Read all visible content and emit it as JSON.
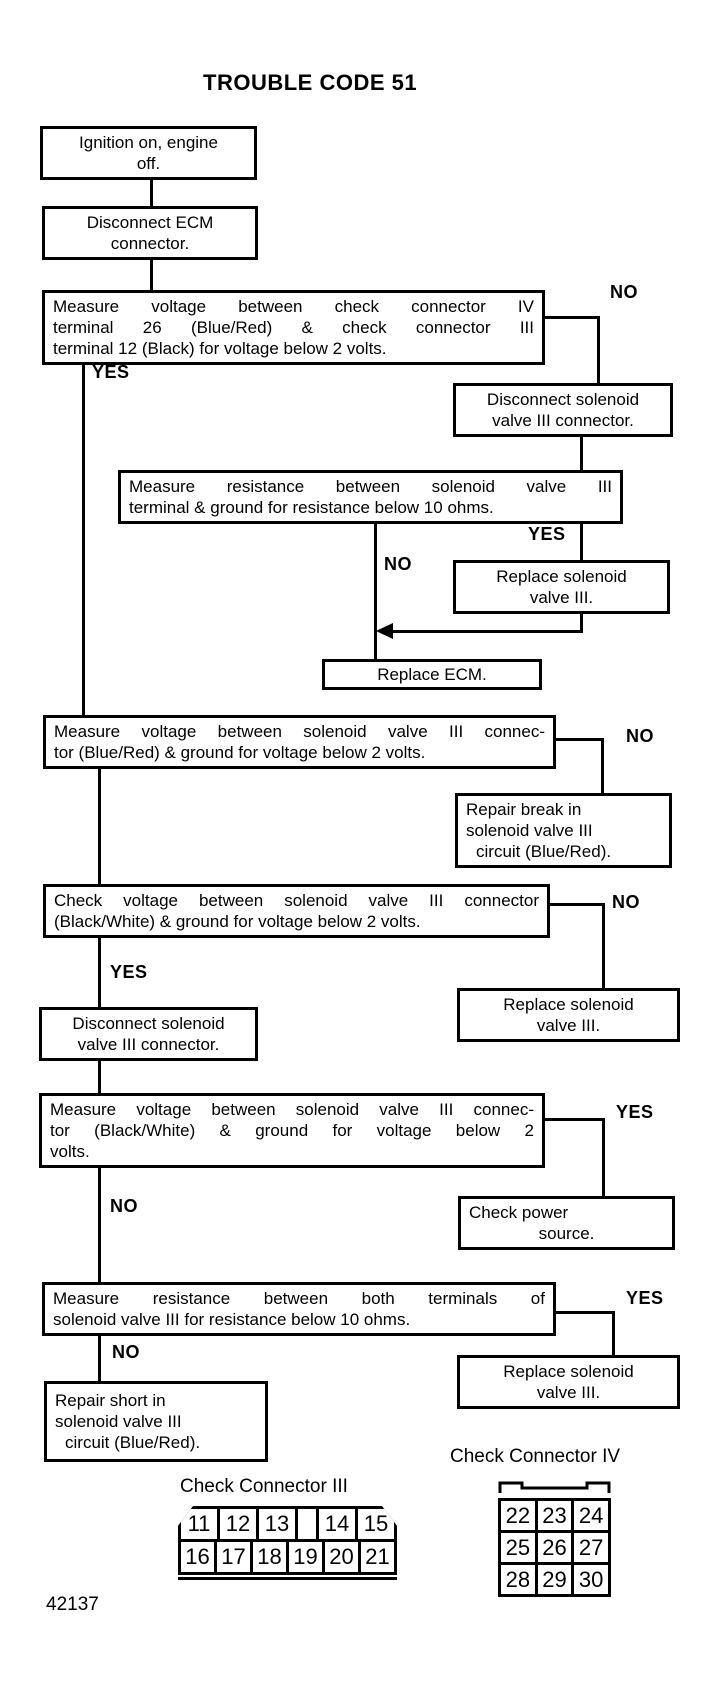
{
  "title": "TROUBLE CODE 51",
  "figure_number": "42137",
  "decision_labels": {
    "yes": "YES",
    "no": "NO"
  },
  "boxes": {
    "ignition": {
      "lines": [
        "Ignition on, engine",
        "off."
      ]
    },
    "disconnect_ecm": {
      "lines": [
        "Disconnect ECM",
        "connector."
      ]
    },
    "measure_check_connector": {
      "lines": [
        "Measure voltage between check connector IV",
        "terminal 26 (Blue/Red) & check connector III",
        "terminal 12 (Black) for voltage below 2 volts."
      ]
    },
    "disconnect_solenoid_1": {
      "lines": [
        "Disconnect solenoid",
        "valve III connector."
      ]
    },
    "measure_resistance_ground": {
      "lines": [
        "Measure resistance between solenoid valve III",
        "terminal & ground for resistance below 10 ohms."
      ]
    },
    "replace_solenoid_1": {
      "lines": [
        "Replace solenoid",
        "valve III."
      ]
    },
    "replace_ecm": {
      "lines": [
        "Replace ECM."
      ]
    },
    "measure_voltage_blue_red": {
      "lines": [
        "Measure voltage between solenoid valve III connec-",
        "tor (Blue/Red) & ground for voltage below 2 volts."
      ]
    },
    "repair_break": {
      "lines": [
        "Repair break in",
        "solenoid valve III",
        "circuit (Blue/Red)."
      ]
    },
    "check_voltage_black_white": {
      "lines": [
        "Check voltage between solenoid valve III connector",
        "(Black/White) & ground for voltage below 2 volts."
      ]
    },
    "replace_solenoid_2": {
      "lines": [
        "Replace solenoid",
        "valve III."
      ]
    },
    "disconnect_solenoid_2": {
      "lines": [
        "Disconnect solenoid",
        "valve III connector."
      ]
    },
    "measure_voltage_black_white": {
      "lines": [
        "Measure voltage between solenoid valve III connec-",
        "tor (Black/White) & ground for voltage below 2",
        "volts."
      ]
    },
    "check_power": {
      "lines": [
        "Check power",
        "source."
      ]
    },
    "measure_resistance_terminals": {
      "lines": [
        "Measure resistance between both terminals of",
        "solenoid valve III for resistance below 10 ohms."
      ]
    },
    "replace_solenoid_3": {
      "lines": [
        "Replace solenoid",
        "valve III."
      ]
    },
    "repair_short": {
      "lines": [
        "Repair short in",
        "solenoid valve III",
        "circuit (Blue/Red)."
      ]
    }
  },
  "connector_iii": {
    "label": "Check Connector III",
    "row1": [
      "11",
      "12",
      "13",
      "14",
      "15"
    ],
    "row2": [
      "16",
      "17",
      "18",
      "19",
      "20",
      "21"
    ]
  },
  "connector_iv": {
    "label": "Check Connector IV",
    "rows": [
      [
        "22",
        "23",
        "24"
      ],
      [
        "25",
        "26",
        "27"
      ],
      [
        "28",
        "29",
        "30"
      ]
    ]
  }
}
